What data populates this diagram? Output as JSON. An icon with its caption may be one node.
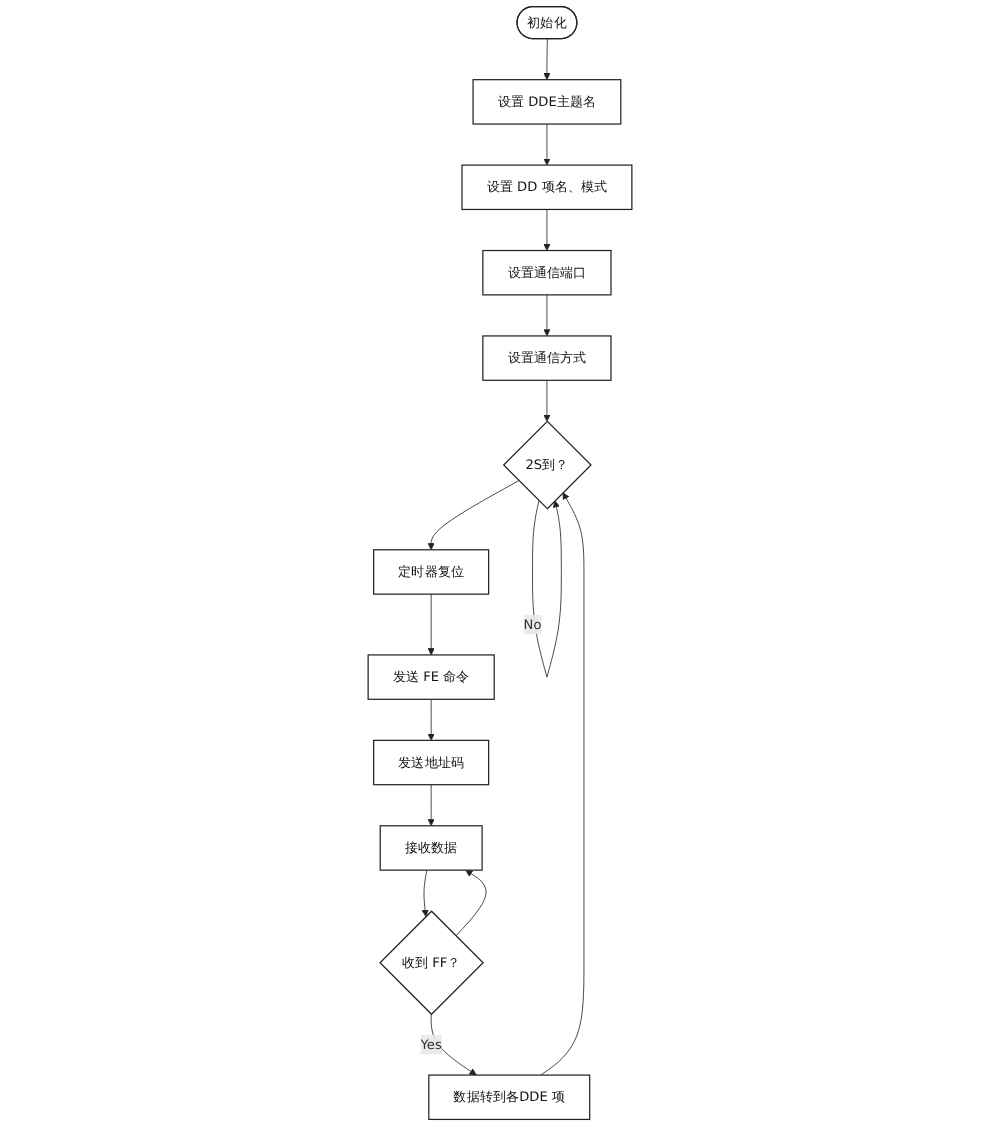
{
  "diagram": {
    "nodes": [
      {
        "text": [
          "初始化"
        ]
      },
      {
        "text": [
          "设置 DDE主题名"
        ]
      },
      {
        "text": [
          "设置 DD 项名、模式"
        ]
      },
      {
        "text": [
          "设置通信端口"
        ]
      },
      {
        "text": [
          "设置通信方式"
        ]
      },
      {
        "text": [
          "2S到？"
        ]
      },
      {
        "text": [
          "定时器复位"
        ]
      },
      {
        "text": [
          "发送 FE 命令"
        ]
      },
      {
        "text": [
          "发送地址码"
        ]
      },
      {
        "text": [
          "接收数据"
        ]
      },
      {
        "text": [
          "收到 FF？"
        ]
      },
      {
        "text": [
          "数据转到各DDE 项"
        ]
      }
    ],
    "edges": [
      {
        "from": 0,
        "to": 1,
        "arrow": "to"
      },
      {
        "from": 1,
        "to": 2,
        "arrow": "to"
      },
      {
        "from": 2,
        "to": 3,
        "arrow": "to"
      },
      {
        "from": 3,
        "to": 4,
        "arrow": "to"
      },
      {
        "from": 4,
        "to": 5,
        "arrow": "to"
      },
      {
        "from": 5,
        "to": 6,
        "arrow": "to"
      },
      {
        "from": 5,
        "to": 5,
        "arrow": "to",
        "label": "No"
      },
      {
        "from": 6,
        "to": 7,
        "arrow": "to"
      },
      {
        "from": 7,
        "to": 8,
        "arrow": "to"
      },
      {
        "from": 8,
        "to": 9,
        "arrow": "to"
      },
      {
        "from": 9,
        "to": 10,
        "arrow": "to"
      },
      {
        "from": 10,
        "to": 9,
        "arrow": "to"
      },
      {
        "from": 10,
        "to": 11,
        "arrow": "to",
        "label": "Yes"
      },
      {
        "from": 11,
        "to": 5,
        "arrow": "to"
      }
    ]
  }
}
